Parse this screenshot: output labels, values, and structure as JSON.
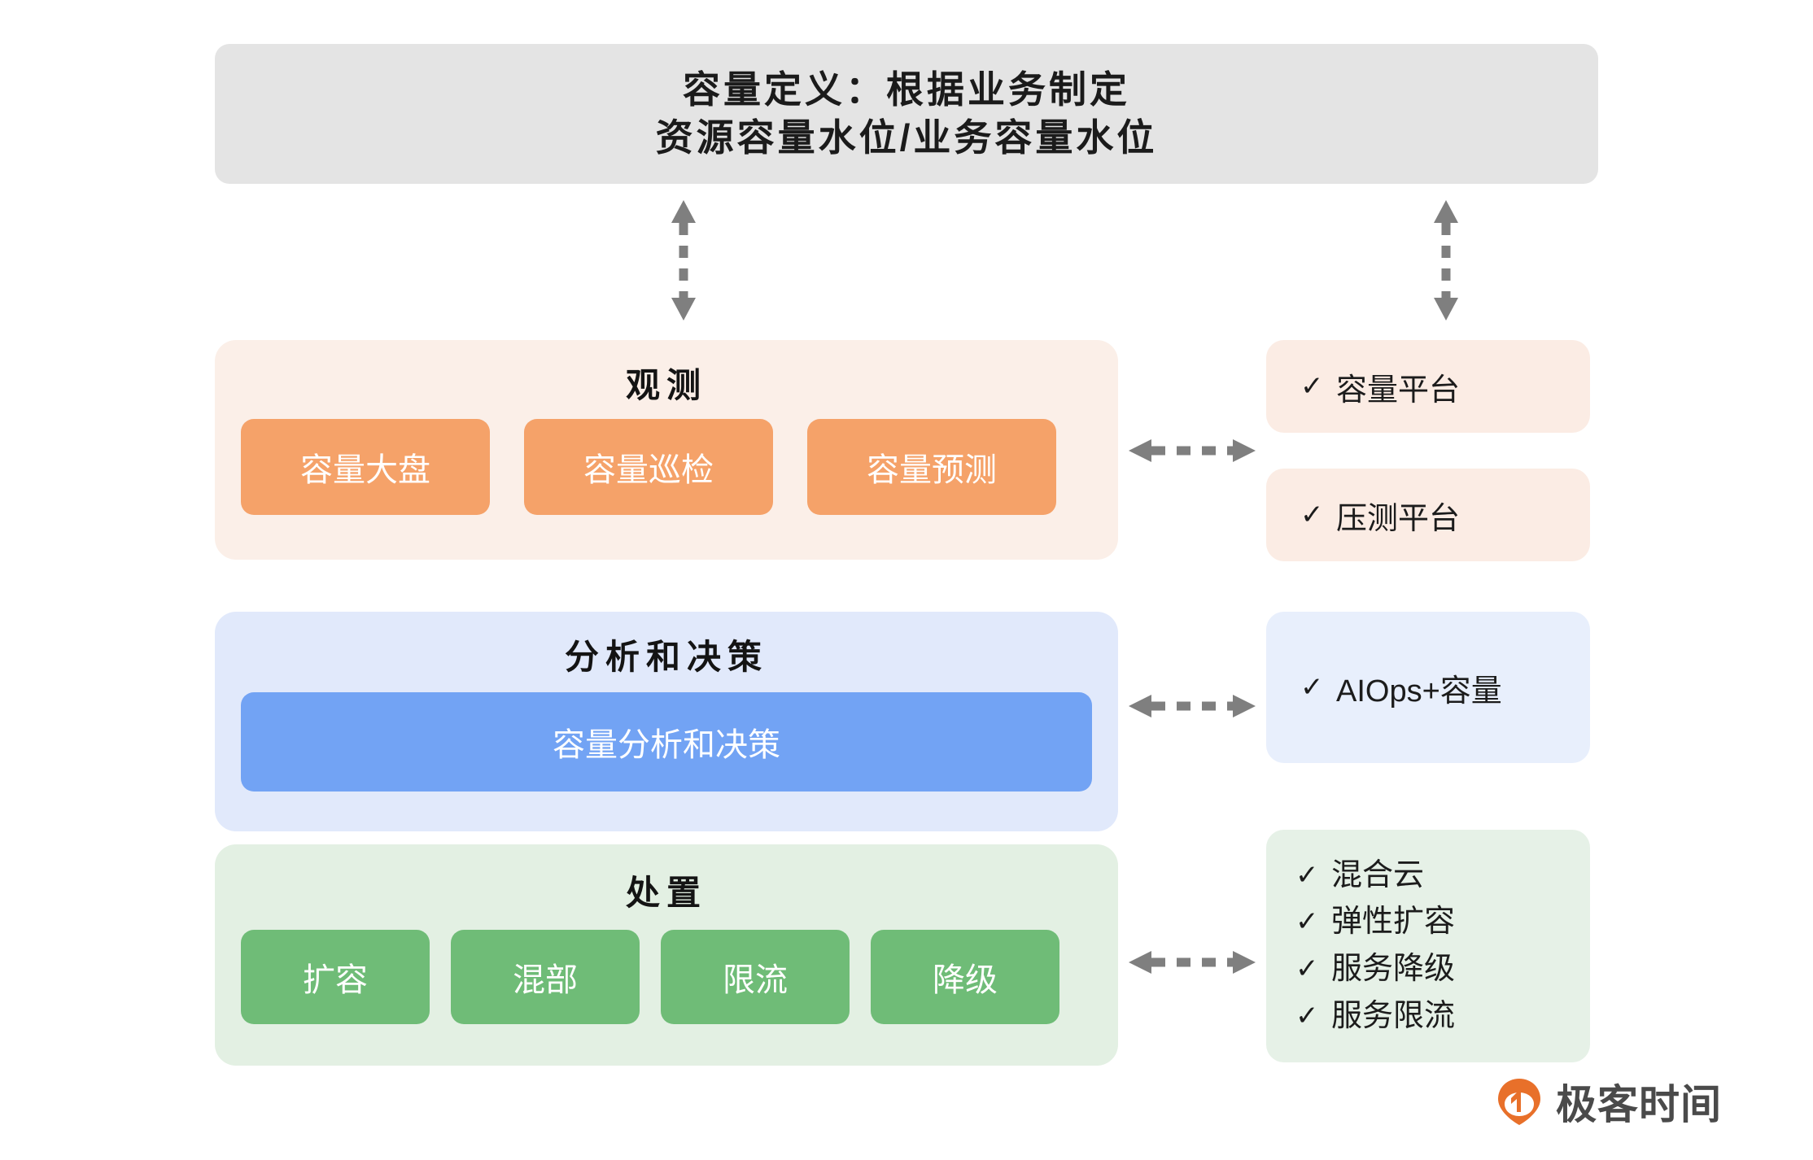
{
  "header": {
    "line1": "容量定义：根据业务制定",
    "line2": "资源容量水位/业务容量水位"
  },
  "stages": [
    {
      "id": "observe",
      "title": "观测",
      "chips": [
        "容量大盘",
        "容量巡检",
        "容量预测"
      ],
      "chip_color": "#f5a269",
      "panel_color": "#fbefe8"
    },
    {
      "id": "analyse",
      "title": "分析和决策",
      "chips": [
        "容量分析和决策"
      ],
      "chip_color": "#72a3f4",
      "panel_color": "#e1e9fb"
    },
    {
      "id": "dispose",
      "title": "处置",
      "chips": [
        "扩容",
        "混部",
        "限流",
        "降级"
      ],
      "chip_color": "#6fbc77",
      "panel_color": "#e3f0e3"
    }
  ],
  "side_panels": {
    "capacity_platform": {
      "items": [
        "容量平台"
      ],
      "bg": "#fbece4"
    },
    "stress_platform": {
      "items": [
        "压测平台"
      ],
      "bg": "#fbece4"
    },
    "aiops": {
      "items": [
        "AIOps+容量"
      ],
      "bg": "#e8effc"
    },
    "dispose_capabilities": {
      "items": [
        "混合云",
        "弹性扩容",
        "服务降级",
        "服务限流"
      ],
      "bg": "#e6f1e7"
    }
  },
  "icons": {
    "check": "✓"
  },
  "arrows": {
    "color": "#7f7f7f",
    "style": "dashed-double-headed"
  },
  "logo": {
    "text": "极客时间",
    "mark_color": "#e8702a"
  }
}
